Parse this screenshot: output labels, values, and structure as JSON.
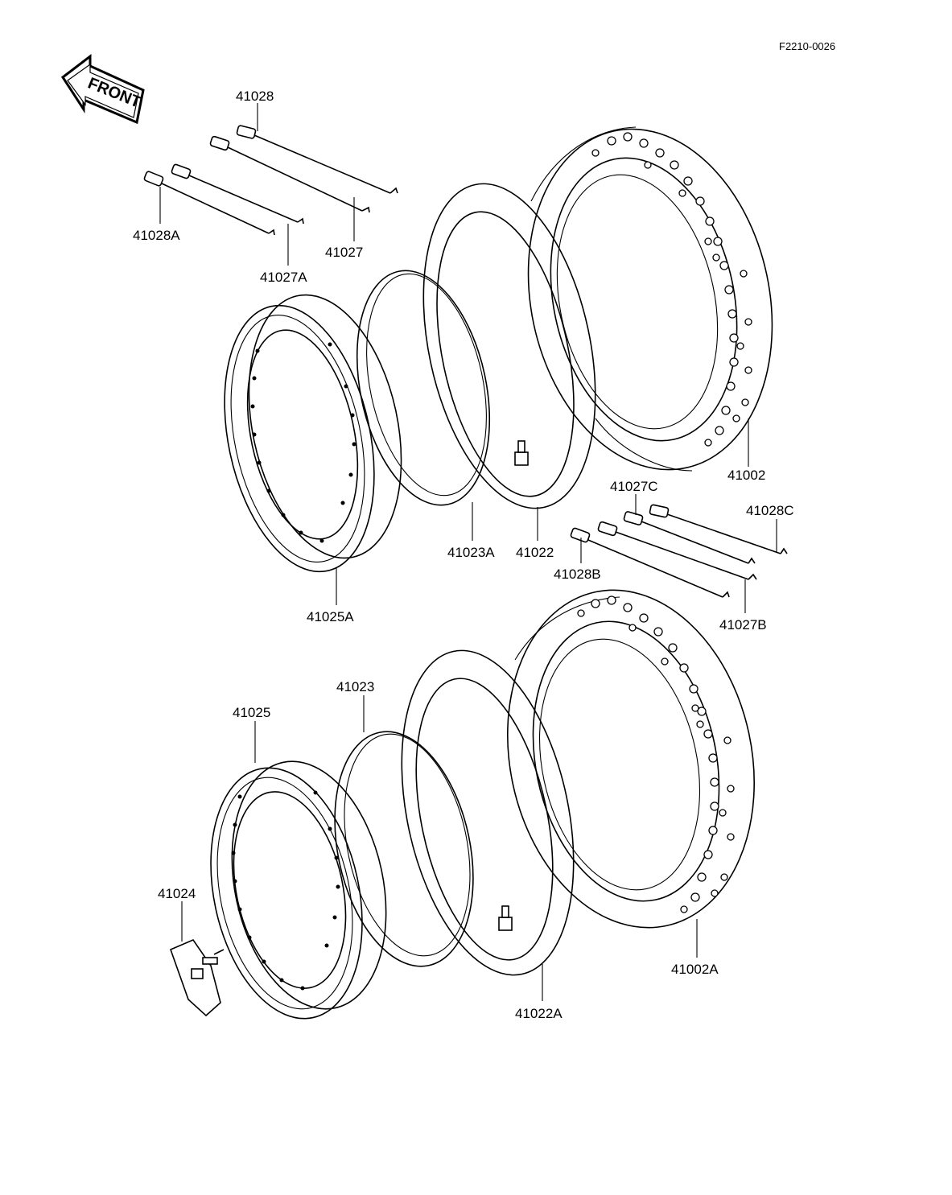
{
  "figure_code": "F2210-0026",
  "front_arrow_label": "FRONT",
  "labels": {
    "p41028": "41028",
    "p41027": "41027",
    "p41028A": "41028A",
    "p41027A": "41027A",
    "p41002": "41002",
    "p41023A": "41023A",
    "p41022": "41022",
    "p41025A": "41025A",
    "p41027C": "41027C",
    "p41028C": "41028C",
    "p41028B": "41028B",
    "p41027B": "41027B",
    "p41023": "41023",
    "p41025": "41025",
    "p41024": "41024",
    "p41002A": "41002A",
    "p41022A": "41022A"
  }
}
